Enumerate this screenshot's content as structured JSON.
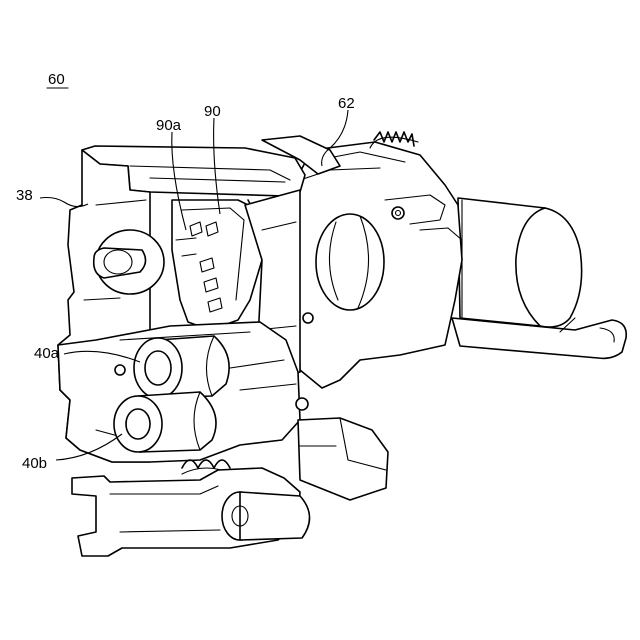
{
  "figure": {
    "assembly_ref": "60",
    "labels": {
      "housing": "38",
      "upper_part": "62",
      "lever_a": "90a",
      "lever": "90",
      "roller_a": "40a",
      "roller_b": "40b"
    }
  }
}
